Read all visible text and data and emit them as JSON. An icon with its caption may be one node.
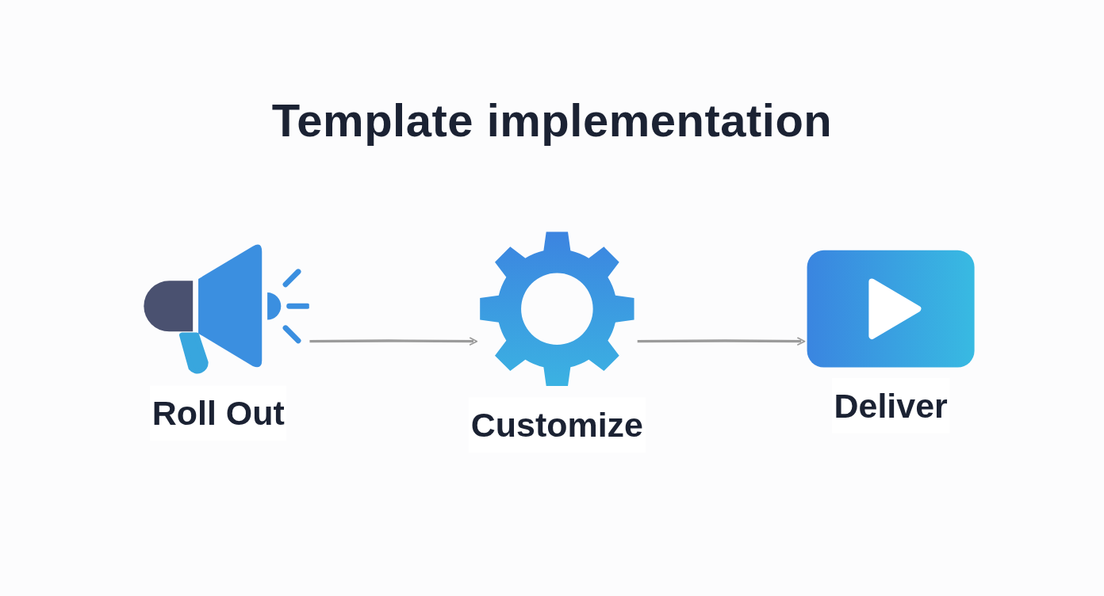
{
  "diagram": {
    "title": "Template implementation",
    "nodes": [
      {
        "text": [
          "Roll Out"
        ]
      },
      {
        "text": [
          "Customize"
        ]
      },
      {
        "text": [
          "Deliver"
        ]
      }
    ],
    "edges": [
      {
        "from": 0,
        "to": 1,
        "arrow": "to"
      },
      {
        "from": 1,
        "to": 2,
        "arrow": "to"
      }
    ]
  }
}
